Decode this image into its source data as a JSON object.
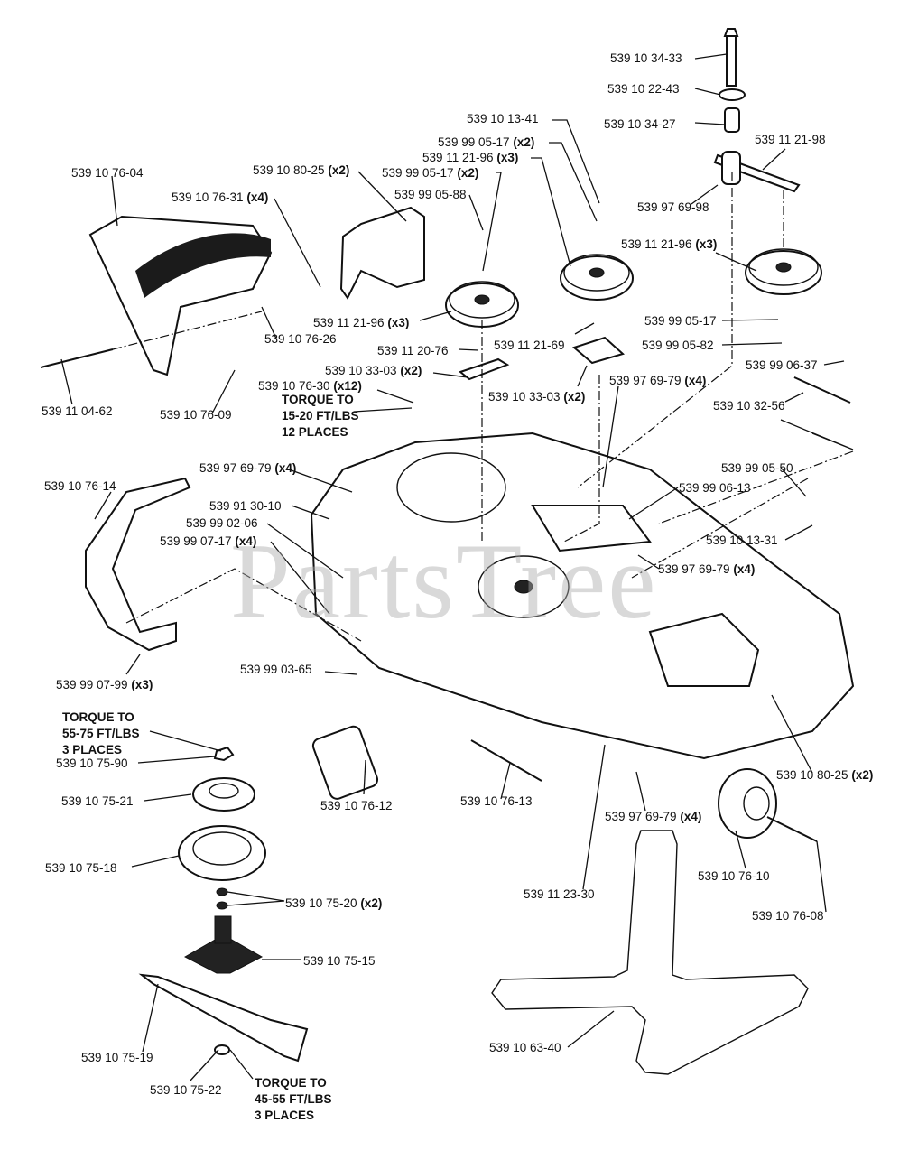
{
  "title": "Mower deck exploded parts diagram",
  "watermark": "PartsTree",
  "labels": [
    {
      "id": "p1",
      "part": "539 10 34-33",
      "qty": ""
    },
    {
      "id": "p2",
      "part": "539 10 22-43",
      "qty": ""
    },
    {
      "id": "p3",
      "part": "539 10 34-27",
      "qty": ""
    },
    {
      "id": "p4",
      "part": "539 11 21-98",
      "qty": ""
    },
    {
      "id": "p5",
      "part": "539 97 69-98",
      "qty": ""
    },
    {
      "id": "p6",
      "part": "539 10 13-41",
      "qty": ""
    },
    {
      "id": "p7",
      "part": "539 99 05-17",
      "qty": "(x2)"
    },
    {
      "id": "p8",
      "part": "539 11 21-96",
      "qty": "(x3)"
    },
    {
      "id": "p9",
      "part": "539 99 05-17",
      "qty": "(x2)"
    },
    {
      "id": "p10",
      "part": "539 99 05-88",
      "qty": ""
    },
    {
      "id": "p11",
      "part": "539 10 76-04",
      "qty": ""
    },
    {
      "id": "p12",
      "part": "539 10 80-25",
      "qty": "(x2)"
    },
    {
      "id": "p13",
      "part": "539 10 76-31",
      "qty": "(x4)"
    },
    {
      "id": "p14",
      "part": "539 11 21-96",
      "qty": "(x3)"
    },
    {
      "id": "p15",
      "part": "539 11 21-96",
      "qty": "(x3)"
    },
    {
      "id": "p16",
      "part": "539 10 76-26",
      "qty": ""
    },
    {
      "id": "p17",
      "part": "539 99 05-17",
      "qty": ""
    },
    {
      "id": "p18",
      "part": "539 11 20-76",
      "qty": ""
    },
    {
      "id": "p19",
      "part": "539 11 21-69",
      "qty": ""
    },
    {
      "id": "p20",
      "part": "539 99 05-82",
      "qty": ""
    },
    {
      "id": "p21",
      "part": "539 10 33-03",
      "qty": "(x2)"
    },
    {
      "id": "p22",
      "part": "539 11 04-62",
      "qty": ""
    },
    {
      "id": "p23",
      "part": "539 10 76-09",
      "qty": ""
    },
    {
      "id": "p24",
      "part": "539 10 76-30",
      "qty": "(x12)"
    },
    {
      "id": "p25",
      "part": "539 10 33-03",
      "qty": "(x2)"
    },
    {
      "id": "p26",
      "part": "539 99 06-37",
      "qty": ""
    },
    {
      "id": "p27",
      "part": "539 97 69-79",
      "qty": "(x4)"
    },
    {
      "id": "p28",
      "part": "539 10 32-56",
      "qty": ""
    },
    {
      "id": "p29",
      "part": "539 97 69-79",
      "qty": "(x4)"
    },
    {
      "id": "p30",
      "part": "539 99 05-50",
      "qty": ""
    },
    {
      "id": "p31",
      "part": "539 10 76-14",
      "qty": ""
    },
    {
      "id": "p32",
      "part": "539 99 06-13",
      "qty": ""
    },
    {
      "id": "p33",
      "part": "539 91 30-10",
      "qty": ""
    },
    {
      "id": "p34",
      "part": "539 99 02-06",
      "qty": ""
    },
    {
      "id": "p35",
      "part": "539 10 13-31",
      "qty": ""
    },
    {
      "id": "p36",
      "part": "539 99 07-17",
      "qty": "(x4)"
    },
    {
      "id": "p37",
      "part": "539 97 69-79",
      "qty": "(x4)"
    },
    {
      "id": "p38",
      "part": "539 99 03-65",
      "qty": ""
    },
    {
      "id": "p39",
      "part": "539 99 07-99",
      "qty": "(x3)"
    },
    {
      "id": "p40",
      "part": "539 10 75-90",
      "qty": ""
    },
    {
      "id": "p41",
      "part": "539 10 80-25",
      "qty": "(x2)"
    },
    {
      "id": "p42",
      "part": "539 10 75-21",
      "qty": ""
    },
    {
      "id": "p43",
      "part": "539 10 76-12",
      "qty": ""
    },
    {
      "id": "p44",
      "part": "539 10 76-13",
      "qty": ""
    },
    {
      "id": "p45",
      "part": "539 97 69-79",
      "qty": "(x4)"
    },
    {
      "id": "p46",
      "part": "539 10 75-18",
      "qty": ""
    },
    {
      "id": "p47",
      "part": "539 10 76-10",
      "qty": ""
    },
    {
      "id": "p48",
      "part": "539 11 23-30",
      "qty": ""
    },
    {
      "id": "p49",
      "part": "539 10 75-20",
      "qty": "(x2)"
    },
    {
      "id": "p50",
      "part": "539 10 76-08",
      "qty": ""
    },
    {
      "id": "p51",
      "part": "539 10 75-15",
      "qty": ""
    },
    {
      "id": "p52",
      "part": "539 10 75-19",
      "qty": ""
    },
    {
      "id": "p53",
      "part": "539 10 63-40",
      "qty": ""
    },
    {
      "id": "p54",
      "part": "539 10 75-22",
      "qty": ""
    }
  ],
  "torque_notes": [
    {
      "id": "t1",
      "lines": [
        "TORQUE TO",
        "15-20 FT/LBS",
        "12 PLACES"
      ]
    },
    {
      "id": "t2",
      "lines": [
        "TORQUE TO",
        "55-75 FT/LBS",
        "3 PLACES"
      ]
    },
    {
      "id": "t3",
      "lines": [
        "TORQUE TO",
        "45-55 FT/LBS",
        "3 PLACES"
      ]
    }
  ]
}
